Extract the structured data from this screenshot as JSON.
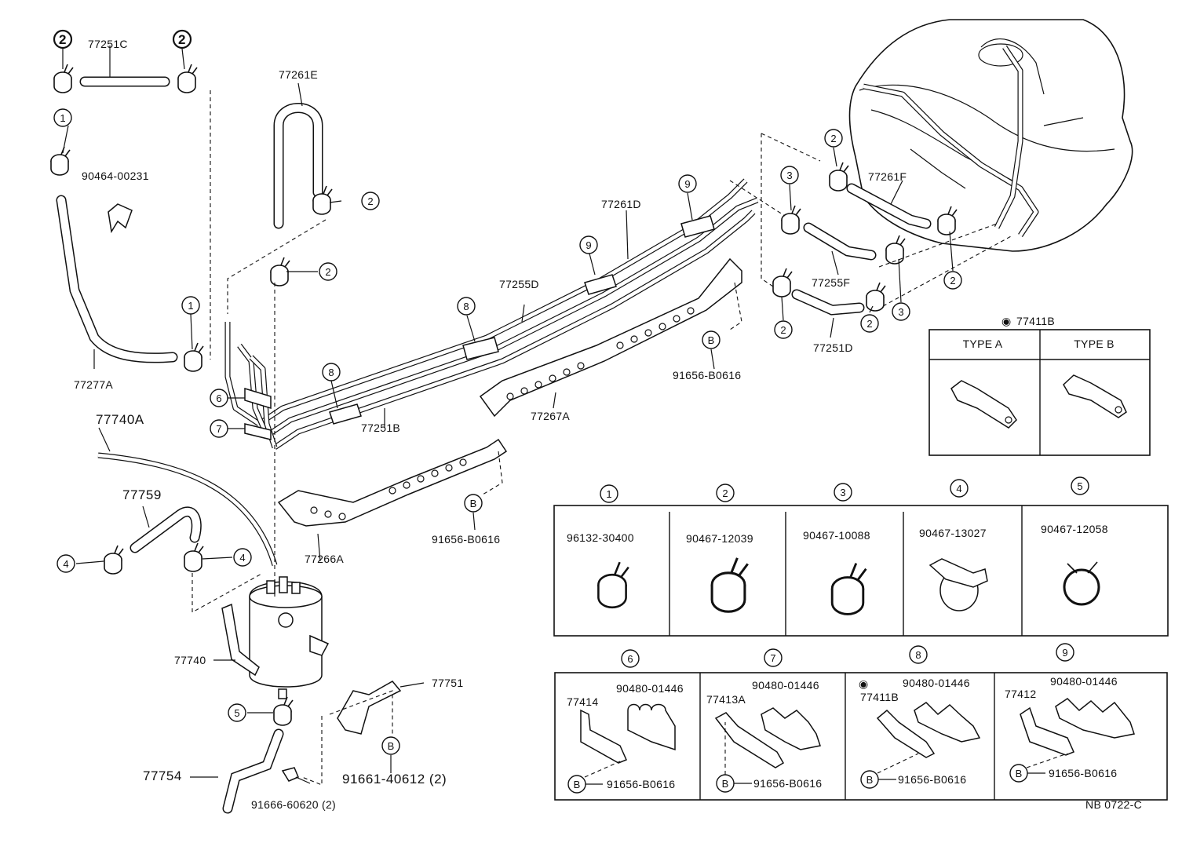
{
  "callout_numbers": [
    "1",
    "2",
    "3",
    "4",
    "5",
    "6",
    "7",
    "8",
    "9"
  ],
  "callout_letter": "B",
  "labels": {
    "p77251C": "77251C",
    "p77261E": "77261E",
    "p90464": "90464-00231",
    "p77277A": "77277A",
    "p77740A": "77740A",
    "p77759": "77759",
    "p77740": "77740",
    "p77754": "77754",
    "p91666": "91666-60620 (2)",
    "p91661": "91661-40612 (2)",
    "p77751": "77751",
    "p77266A": "77266A",
    "p91656a": "91656-B0616",
    "p77251B": "77251B",
    "p77255D": "77255D",
    "p77261D": "77261D",
    "p77267A": "77267A",
    "p91656b": "91656-B0616",
    "p77261F": "77261F",
    "p77255F": "77255F",
    "p77251D": "77251D"
  },
  "type_box": {
    "title_mark": "◉",
    "title": "77411B",
    "type_a": "TYPE A",
    "type_b": "TYPE B"
  },
  "clamp_table": [
    {
      "num": "1",
      "part": "96132-30400"
    },
    {
      "num": "2",
      "part": "90467-12039"
    },
    {
      "num": "3",
      "part": "90467-10088"
    },
    {
      "num": "4",
      "part": "90467-13027"
    },
    {
      "num": "5",
      "part": "90467-12058"
    }
  ],
  "bracket_table": [
    {
      "num": "6",
      "bracket": "77414",
      "clamp": "90480-01446",
      "bolt": "91656-B0616",
      "mark": ""
    },
    {
      "num": "7",
      "bracket": "77413A",
      "clamp": "90480-01446",
      "bolt": "91656-B0616",
      "mark": ""
    },
    {
      "num": "8",
      "bracket": "77411B",
      "clamp": "90480-01446",
      "bolt": "91656-B0616",
      "mark": "◉"
    },
    {
      "num": "9",
      "bracket": "77412",
      "clamp": "90480-01446",
      "bolt": "91656-B0616",
      "mark": ""
    }
  ],
  "drawing_code": "NB 0722-C"
}
